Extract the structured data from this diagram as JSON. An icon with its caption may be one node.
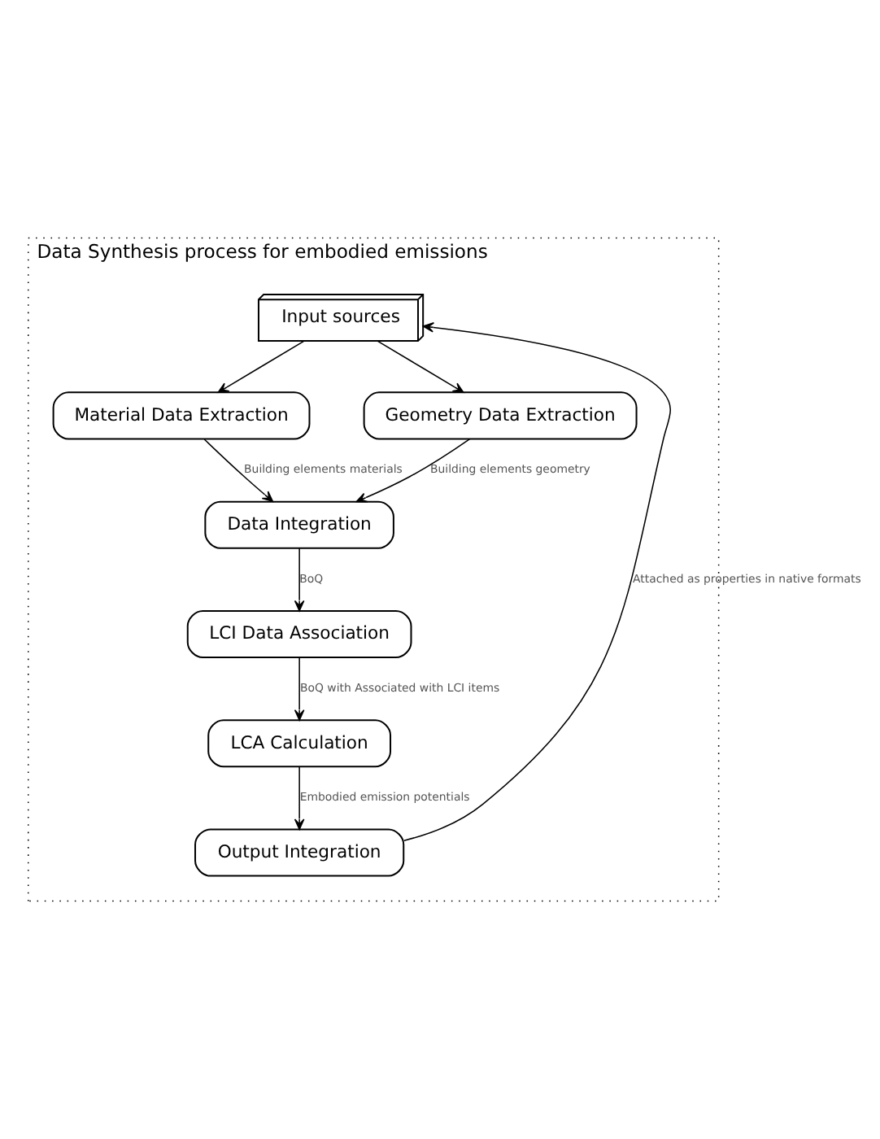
{
  "diagram": {
    "nodes": [
      {
        "text": [
          "Data Synthesis process for embodied emissions"
        ]
      },
      {
        "text": [
          "Input sources"
        ],
        "in": 0
      },
      {
        "text": [
          "Material Data Extraction"
        ],
        "in": 0
      },
      {
        "text": [
          "Geometry Data Extraction"
        ],
        "in": 0
      },
      {
        "text": [
          "Data Integration"
        ],
        "in": 0
      },
      {
        "text": [
          "LCI Data Association"
        ],
        "in": 0
      },
      {
        "text": [
          "LCA Calculation"
        ],
        "in": 0
      },
      {
        "text": [
          "Output Integration"
        ],
        "in": 0
      }
    ],
    "edges": [
      {
        "from": 1,
        "to": 2,
        "arrow": "to"
      },
      {
        "from": 1,
        "to": 3,
        "arrow": "to"
      },
      {
        "from": 2,
        "to": 4,
        "arrow": "to",
        "label": "Building elements materials"
      },
      {
        "from": 3,
        "to": 4,
        "arrow": "to",
        "label": "Building elements geometry"
      },
      {
        "from": 4,
        "to": 5,
        "arrow": "to",
        "label": "BoQ"
      },
      {
        "from": 5,
        "to": 6,
        "arrow": "to",
        "label": "BoQ with Associated with LCI items"
      },
      {
        "from": 6,
        "to": 7,
        "arrow": "to",
        "label": "Embodied emission potentials"
      },
      {
        "from": 7,
        "to": 1,
        "arrow": "to",
        "label": "Attached as properties in native formats"
      }
    ]
  }
}
